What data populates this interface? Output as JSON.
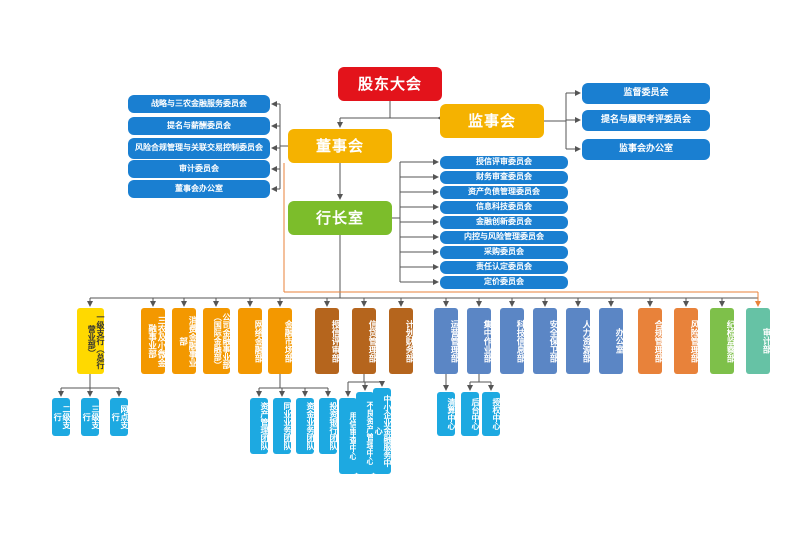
{
  "colors": {
    "red": "#e3131b",
    "gold": "#f5b200",
    "green": "#7cbd2b",
    "blue": "#1a7fd1",
    "yellow": "#ffd900",
    "orange": "#f39800",
    "brown": "#b5651d",
    "slate": "#5b86c5",
    "coral": "#e8823a",
    "lime": "#7ec04a",
    "teal": "#66c2a5",
    "cyan": "#1da9e1",
    "line": "#555555",
    "orange_line": "#e8823a"
  },
  "top": {
    "shareholders": "股东大会",
    "board": "董事会",
    "supervisors": "监事会",
    "president_office": "行长室"
  },
  "board_committees": [
    "战略与三农金融服务委员会",
    "提名与薪酬委员会",
    "风险合规管理与关联交易控制委员会",
    "审计委员会",
    "董事会办公室"
  ],
  "supervisor_committees": [
    "监督委员会",
    "提名与履职考评委员会",
    "监事会办公室"
  ],
  "president_committees": [
    "授信评审委员会",
    "财务审查委员会",
    "资产负债管理委员会",
    "信息科技委员会",
    "金融创新委员会",
    "内控与风险管理委员会",
    "采购委员会",
    "责任认定委员会",
    "定价委员会"
  ],
  "departments": [
    "一级支行（总行营业部）",
    "三农及小微金融事业部",
    "消费金融事业部",
    "公司金融事业部（国际金融部）",
    "网络金融部",
    "金融市场部",
    "授信评审部",
    "信贷管理部",
    "计划财务部",
    "运营管理部",
    "集中作业部",
    "科技信息部",
    "安全保卫部",
    "人力资源部",
    "办公室",
    "合规管理部",
    "风险管理部",
    "纪检监察部",
    "审计部"
  ],
  "branch_subs": [
    "二级支行",
    "三级支行",
    "网点支行"
  ],
  "market_subs": [
    "资产管理团队",
    "同业业务团队",
    "资金业务团队",
    "投资银行团队"
  ],
  "credit_subs": [
    "用信审查中心",
    "不良资产管理中心",
    "中小企业金融服务中心"
  ],
  "ops_subs": [
    "清算中心"
  ],
  "central_subs": [
    "后台中心",
    "授权中心"
  ]
}
